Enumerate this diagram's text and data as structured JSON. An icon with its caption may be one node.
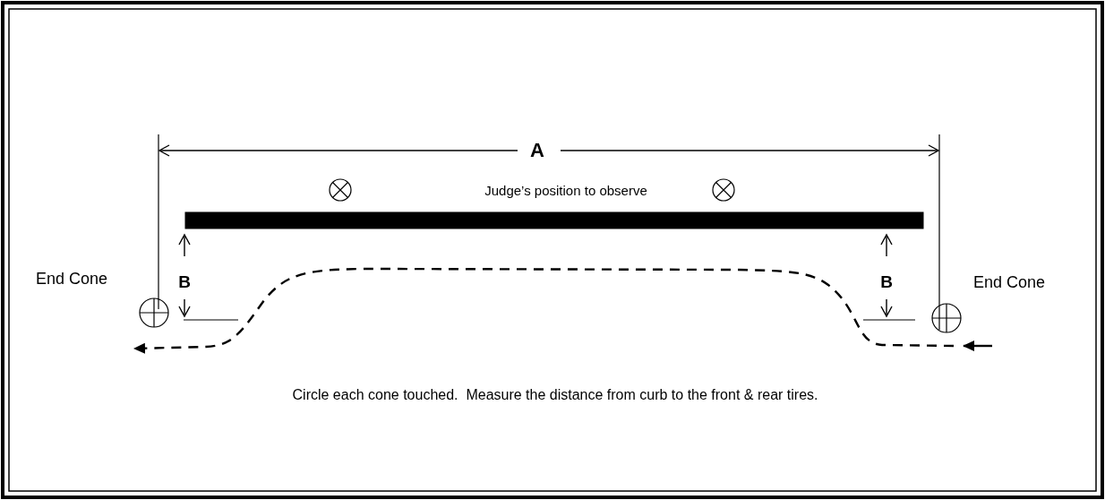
{
  "diagram": {
    "nodes": [
      {
        "text": [],
        "shape": "bar"
      }
    ],
    "caption": "Circle each cone touched.  Measure the distance from curb to the front & rear tires.",
    "labels": [
      "A",
      "Judge’s position to observe",
      "End Cone",
      "B",
      "B",
      "End Cone"
    ]
  }
}
